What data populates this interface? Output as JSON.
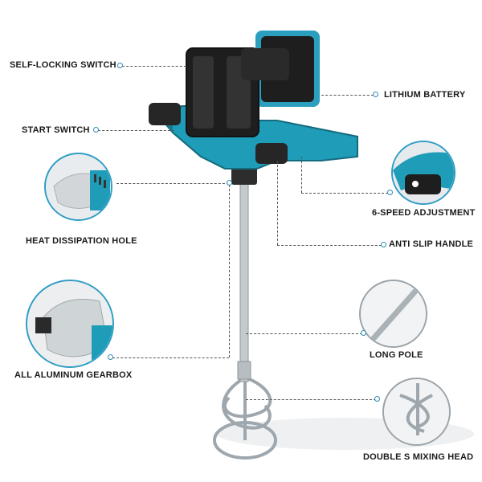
{
  "callouts": {
    "self_locking_switch": "SELF-LOCKING SWITCH",
    "lithium_battery": "LITHIUM BATTERY",
    "start_switch": "START SWITCH",
    "heat_dissipation_hole": "HEAT DISSIPATION HOLE",
    "six_speed_adjustment": "6-SPEED ADJUSTMENT",
    "anti_slip_handle": "ANTI SLIP HANDLE",
    "all_aluminum_gearbox": "ALL ALUMINUM GEARBOX",
    "long_pole": "LONG POLE",
    "double_s_mixing_head": "DOUBLE S MIXING HEAD"
  },
  "colors": {
    "tool_teal": "#1f9cb8",
    "battery_black": "#1c1c1c",
    "callout_dot": "#2f8bb5",
    "circle_border_blue": "#2f9dc4",
    "circle_border_gray": "#9aa4aa"
  }
}
